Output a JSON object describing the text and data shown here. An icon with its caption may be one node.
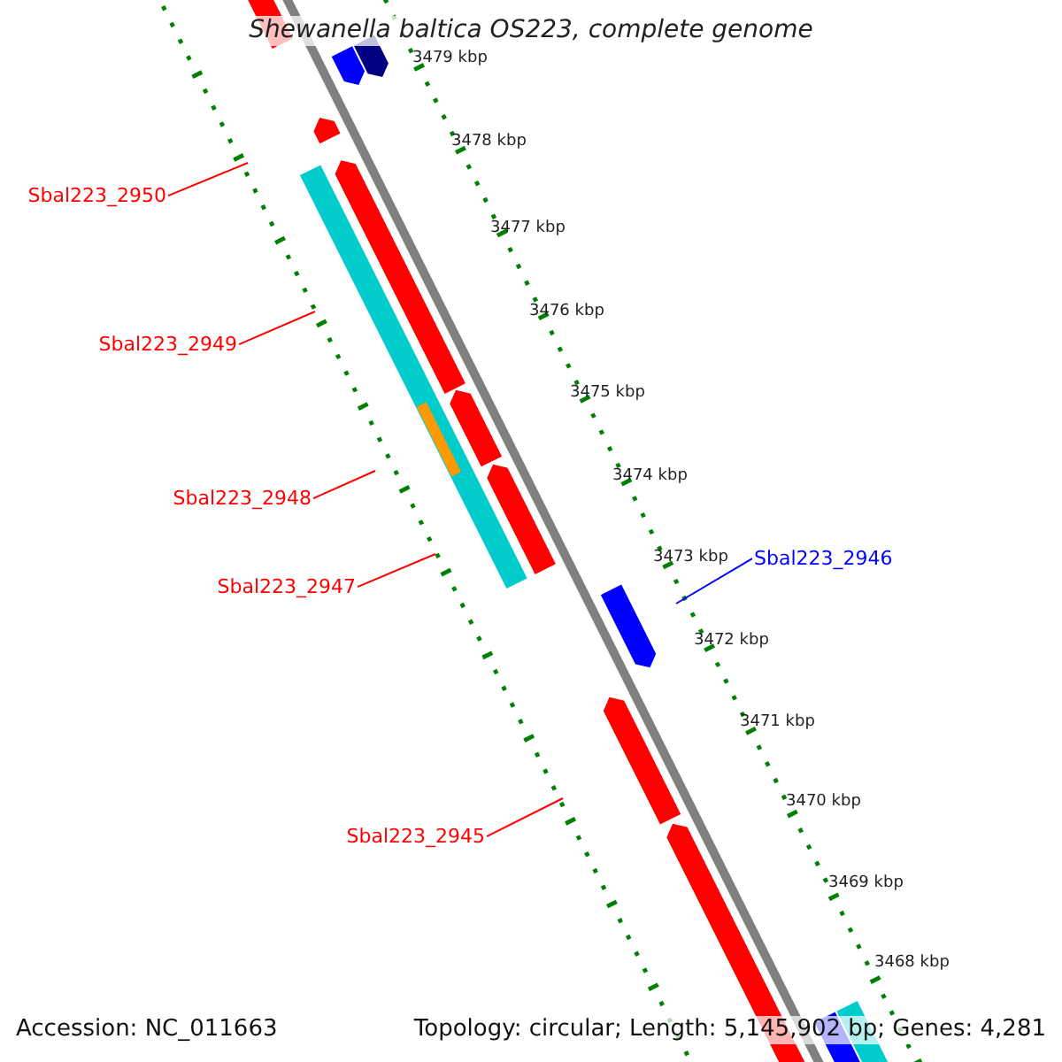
{
  "diagram": {
    "title": "Shewanella baltica OS223, complete genome",
    "nodes": [
      {
        "text": [
          "Sbal223_2950"
        ]
      },
      {
        "text": [
          "Sbal223_2949"
        ]
      },
      {
        "text": [
          "Sbal223_2948"
        ]
      },
      {
        "text": [
          "Sbal223_2947"
        ]
      },
      {
        "text": [
          "Sbal223_2946"
        ]
      },
      {
        "text": [
          "Sbal223_2945"
        ]
      }
    ],
    "edges": [
      {
        "from": 0,
        "to": null,
        "arrow": "none"
      },
      {
        "from": 1,
        "to": null,
        "arrow": "none"
      },
      {
        "from": 2,
        "to": null,
        "arrow": "none"
      },
      {
        "from": 3,
        "to": null,
        "arrow": "none"
      },
      {
        "from": 4,
        "to": null,
        "arrow": "none",
        "color": "#0000ff"
      },
      {
        "from": 5,
        "to": null,
        "arrow": "none"
      }
    ],
    "labels": [
      "3479 kbp",
      "3478 kbp",
      "3477 kbp",
      "3476 kbp",
      "3475 kbp",
      "3474 kbp",
      "3473 kbp",
      "3472 kbp",
      "3471 kbp",
      "3470 kbp",
      "3469 kbp",
      "3468 kbp",
      "Accession: NC_011663",
      "Topology: circular; Length: 5,145,902 bp; Genes: 4,281"
    ]
  }
}
